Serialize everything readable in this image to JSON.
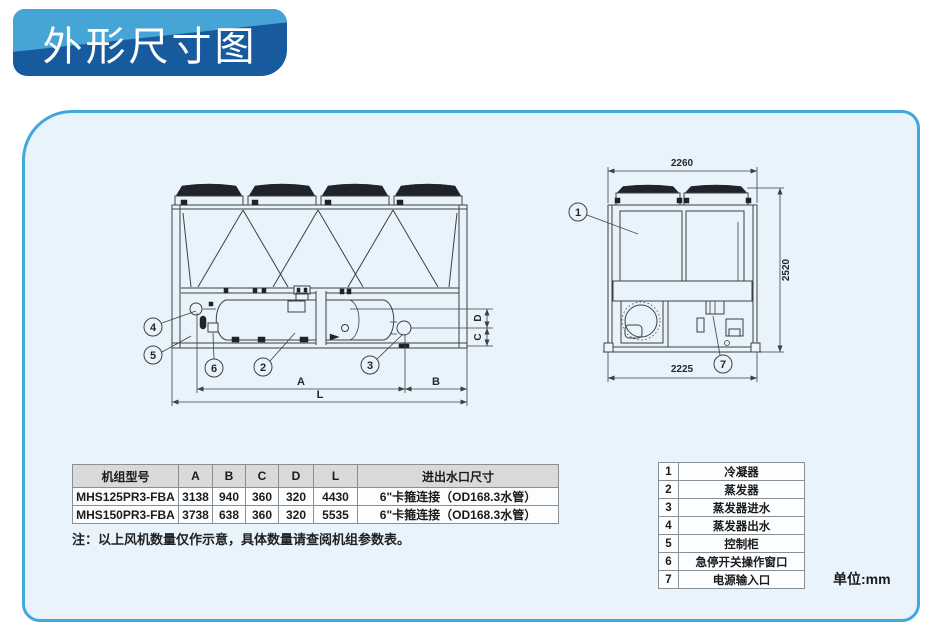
{
  "page": {
    "title": "外形尺寸图",
    "note": "注：以上风机数量仅作示意，具体数量请查阅机组参数表。",
    "unit_label": "单位:mm"
  },
  "colors": {
    "badge_blue": "#175a9d",
    "badge_light_blue": "#46a4d6",
    "panel_border": "#41a7dc",
    "panel_bg": "#e9f3fb",
    "table_header_bg": "#d9d9d9",
    "drawing_line": "#3d4042"
  },
  "dimensions_table": {
    "headers": [
      "机组型号",
      "A",
      "B",
      "C",
      "D",
      "L",
      "进出水口尺寸"
    ],
    "rows": [
      [
        "MHS125PR3-FBA",
        "3138",
        "940",
        "360",
        "320",
        "4430",
        "6\"卡箍连接（OD168.3水管）"
      ],
      [
        "MHS150PR3-FBA",
        "3738",
        "638",
        "360",
        "320",
        "5535",
        "6\"卡箍连接（OD168.3水管）"
      ]
    ]
  },
  "legend_table": {
    "rows": [
      {
        "no": "1",
        "name": "冷凝器"
      },
      {
        "no": "2",
        "name": "蒸发器"
      },
      {
        "no": "3",
        "name": "蒸发器进水"
      },
      {
        "no": "4",
        "name": "蒸发器出水"
      },
      {
        "no": "5",
        "name": "控制柜"
      },
      {
        "no": "6",
        "name": "急停开关操作窗口"
      },
      {
        "no": "7",
        "name": "电源输入口"
      }
    ]
  },
  "front_view": {
    "dim_a": "A",
    "dim_b": "B",
    "dim_l": "L",
    "dim_c": "C",
    "dim_d": "D",
    "callout_2": "2",
    "callout_3": "3",
    "callout_4": "4",
    "callout_5": "5",
    "callout_6": "6"
  },
  "side_view": {
    "dim_top": "2260",
    "dim_right": "2520",
    "dim_bottom": "2225",
    "callout_1": "1",
    "callout_7": "7"
  }
}
